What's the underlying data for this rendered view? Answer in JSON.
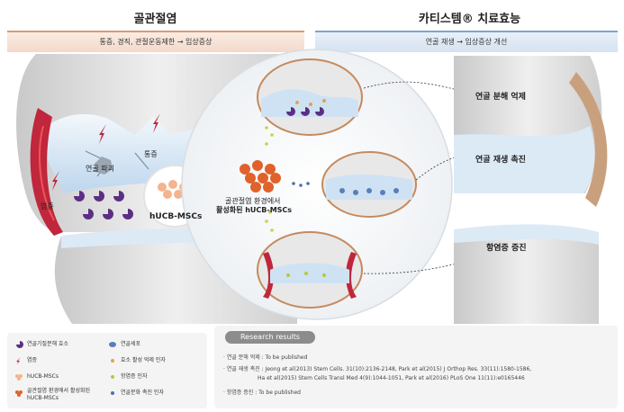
{
  "header": {
    "left_title": "골관절염",
    "left_subtitle": "통증, 경직, 관절운동제한 → 임상증상",
    "right_title": "카티스템® 치료효능",
    "right_subtitle": "연골 재생 → 임상증상 개선"
  },
  "left_panel": {
    "cartilage_destruction": "연골 파괴",
    "pain": "통증",
    "inflammation": "염증",
    "hucb_label": "hUCB-MSCs"
  },
  "center": {
    "activated_label_line1": "골관절염 환경에서",
    "activated_label_line2": "활성화된 hUCB-MSCs"
  },
  "right_panel": {
    "inhibit": "연골 분해 억제",
    "regen": "연골 재생 촉진",
    "anti_inflam": "항염증 증진"
  },
  "legend": {
    "items": [
      {
        "icon": "pacman-enzyme-icon",
        "label": "연골기질분해 효소"
      },
      {
        "icon": "cartilage-cell-icon",
        "label": "연골세포"
      },
      {
        "icon": "lightning-icon",
        "label": "염증"
      },
      {
        "icon": "orange-dot-icon",
        "label": "효소 활성 억제 인자"
      },
      {
        "icon": "hucb-cell-icon",
        "label": "hUCB-MSCs"
      },
      {
        "icon": "green-dot-icon",
        "label": "항염증 인자"
      },
      {
        "icon": "activated-cell-icon",
        "label_line1": "골관절염 환경에서 활성화된",
        "label_line2": "hUCB-MSCs"
      },
      {
        "icon": "blue-dot-icon",
        "label": "연골분화 촉진 인자"
      }
    ]
  },
  "research": {
    "badge": "Research results",
    "line1": "· 연골 분해 억제 : To be published",
    "line2": "· 연골 재생 촉진 : Jeong et al(2013) Stem Cells. 31(10):2136-2148, Park et al(2015) J Orthop Res. 33(11):1580-1586,",
    "line3": "Ha et al(2015) Stem Cells Transl Med 4(9):1044-1051, Park et al(2016) PLoS One 11(11):e0165446",
    "line4": "· 항염증 증진 : To be published"
  },
  "colors": {
    "left_accent": "#d79b74",
    "right_accent": "#7ea5cf",
    "bone": "#e2e2e2",
    "cartilage": "#dceaf6",
    "inflammation": "#c0263c",
    "enzyme": "#5b2f83",
    "activated_cell": "#e0622a"
  }
}
